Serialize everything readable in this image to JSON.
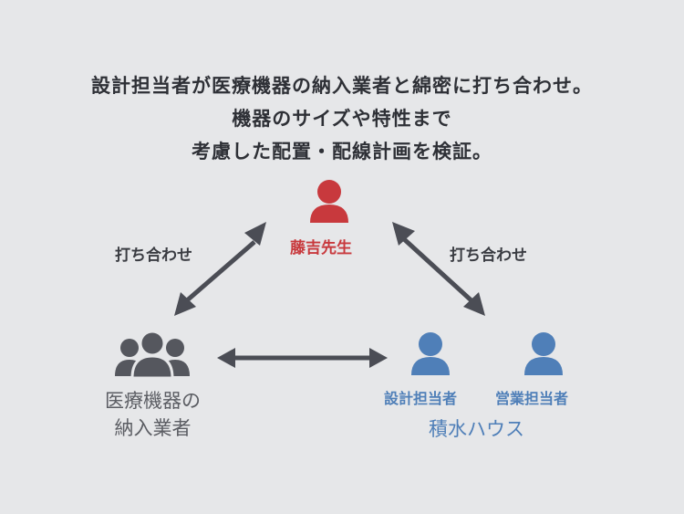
{
  "heading": {
    "line1": "設計担当者が医療機器の納入業者と綿密に打ち合わせ。",
    "line2": "機器のサイズや特性まで",
    "line3": "考慮した配置・配線計画を検証。"
  },
  "nodes": {
    "teacher": {
      "label": "藤吉先生",
      "color": "#c8393d",
      "icon": "person-icon"
    },
    "vendor": {
      "line1": "医療機器の",
      "line2": "納入業者",
      "color": "#55575e",
      "icon": "group-icon"
    },
    "sekisui": {
      "staff1": "設計担当者",
      "staff2": "営業担当者",
      "company": "積水ハウス",
      "color": "#4f7fb8",
      "icon": "person-icon"
    }
  },
  "edges": {
    "left_label": "打ち合わせ",
    "right_label": "打ち合わせ",
    "arrow_color": "#4b4d55"
  }
}
